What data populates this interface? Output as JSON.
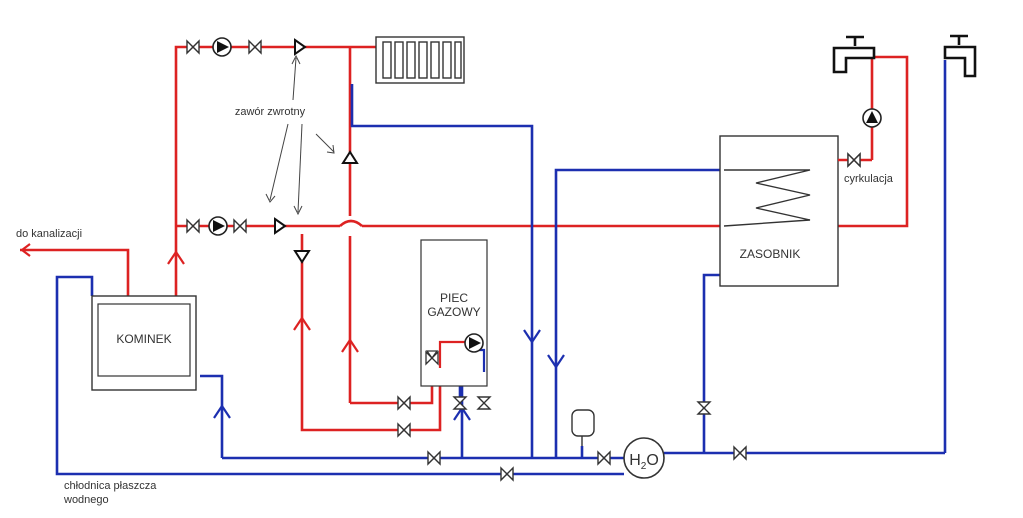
{
  "labels": {
    "kominek": "KOMINEK",
    "piec_line1": "PIEC",
    "piec_line2": "GAZOWY",
    "zasobnik": "ZASOBNIK",
    "zawor_zwrotny": "zawór zwrotny",
    "do_kanalizacji": "do kanalizacji",
    "cyrkulacja": "cyrkulacja",
    "chlodnica_line1": "chłodnica płaszcza",
    "chlodnica_line2": "wodnego",
    "h2o_h": "H",
    "h2o_sub": "2",
    "h2o_o": "O"
  },
  "colors": {
    "hot": "#dd2222",
    "cold": "#1c2fb0",
    "equipment": "#333333",
    "annotation": "#444444"
  }
}
